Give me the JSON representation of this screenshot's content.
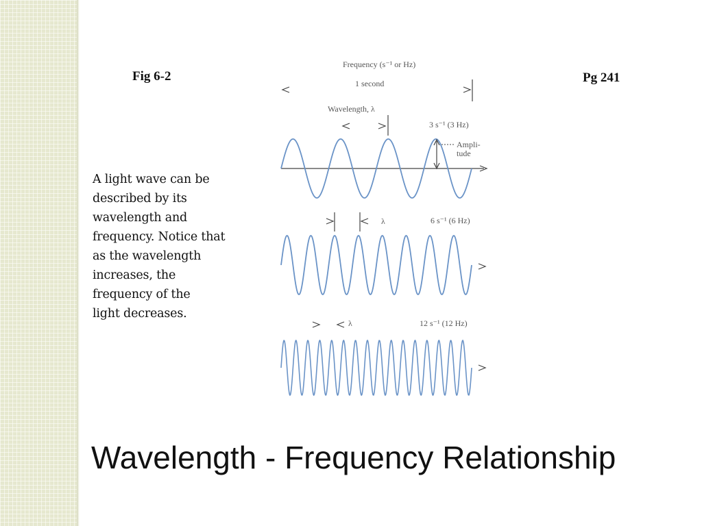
{
  "slide": {
    "figure_label": "Fig 6-2",
    "page_reference": "Pg 241",
    "caption_lines": [
      "A light wave can be",
      "described by its",
      "wavelength and",
      "frequency. Notice that",
      "as the wavelength",
      "increases, the",
      "frequency of the",
      "light decreases."
    ],
    "title": "Wavelength - Frequency Relationship"
  },
  "figure": {
    "header": "Frequency (s⁻¹ or Hz)",
    "span_label": "1 second",
    "wavelength_label": "Wavelength, λ",
    "amplitude_label": [
      "Ampli-",
      "tude"
    ],
    "waves": [
      {
        "frequency_label": "3 s⁻¹ (3 Hz)",
        "cycles": 4,
        "lambda_label": ""
      },
      {
        "frequency_label": "6 s⁻¹ (6 Hz)",
        "cycles": 8,
        "lambda_label": "λ"
      },
      {
        "frequency_label": "12 s⁻¹ (12 Hz)",
        "cycles": 16,
        "lambda_label": "λ"
      }
    ],
    "wave_color": "#6a93c7",
    "line_color": "#444444"
  }
}
